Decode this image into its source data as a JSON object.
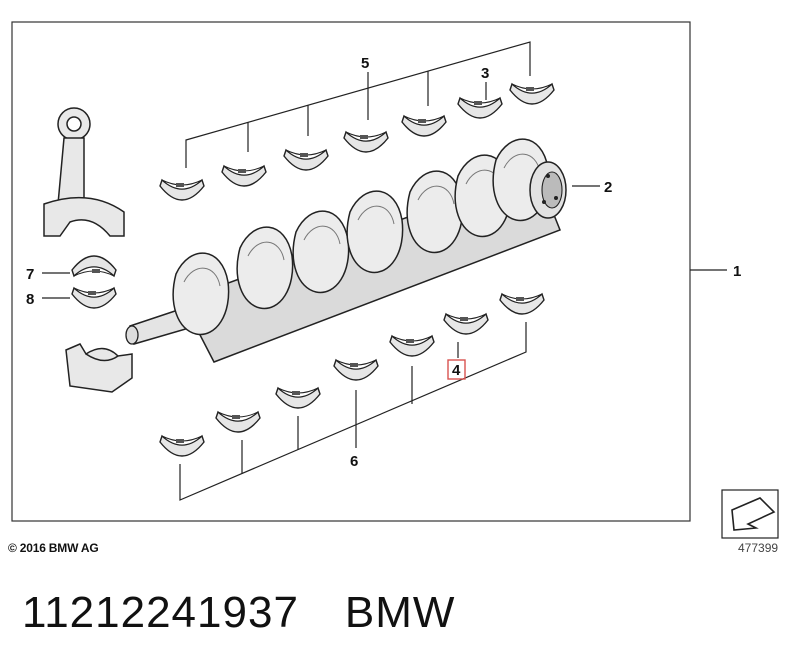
{
  "diagram": {
    "callouts": {
      "c1": "1",
      "c2": "2",
      "c3": "3",
      "c4": "4",
      "c5": "5",
      "c6": "6",
      "c7": "7",
      "c8": "8"
    },
    "highlight_color": "#d9534f",
    "copyright": "© 2016 BMW AG",
    "ref_number": "477399"
  },
  "footer": {
    "part_number": "11212241937",
    "brand": "BMW"
  }
}
